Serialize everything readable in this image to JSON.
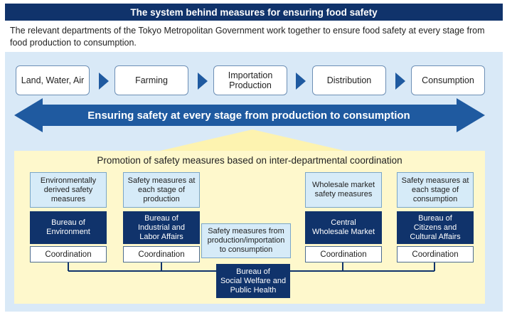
{
  "header": {
    "title": "The system behind measures for ensuring food safety",
    "intro": "The relevant departments of the Tokyo Metropolitan Government work together to ensure food safety at every stage from food production to consumption."
  },
  "stages": [
    "Land, Water, Air",
    "Farming",
    "Importation\nProduction",
    "Distribution",
    "Consumption"
  ],
  "banner": "Ensuring safety at every stage from production to consumption",
  "coordination": {
    "heading": "Promotion of safety measures based on inter-departmental coordination",
    "columns": [
      {
        "measure": "Environmentally\nderived safety\nmeasures",
        "bureau": "Bureau of\nEnvironment",
        "link": "Coordination"
      },
      {
        "measure": "Safety measures at\neach stage of\nproduction",
        "bureau": "Bureau of\nIndustrial and\nLabor Affairs",
        "link": "Coordination"
      },
      {
        "measure": "Wholesale market\nsafety measures",
        "bureau": "Central\nWholesale Market",
        "link": "Coordination"
      },
      {
        "measure": "Safety measures at\neach stage of\nconsumption",
        "bureau": "Bureau of\nCitizens and\nCultural Affairs",
        "link": "Coordination"
      }
    ],
    "center_measure": "Safety measures from\nproduction/importation\nto consumption",
    "center_bureau": "Bureau of\nSocial Welfare and\nPublic Health"
  },
  "colors": {
    "navy": "#10336b",
    "arrow_blue": "#1f5aa0",
    "panel_blue": "#d9e9f7",
    "panel_yellow": "#fef8cc",
    "box_blue": "#d6ebf8"
  }
}
